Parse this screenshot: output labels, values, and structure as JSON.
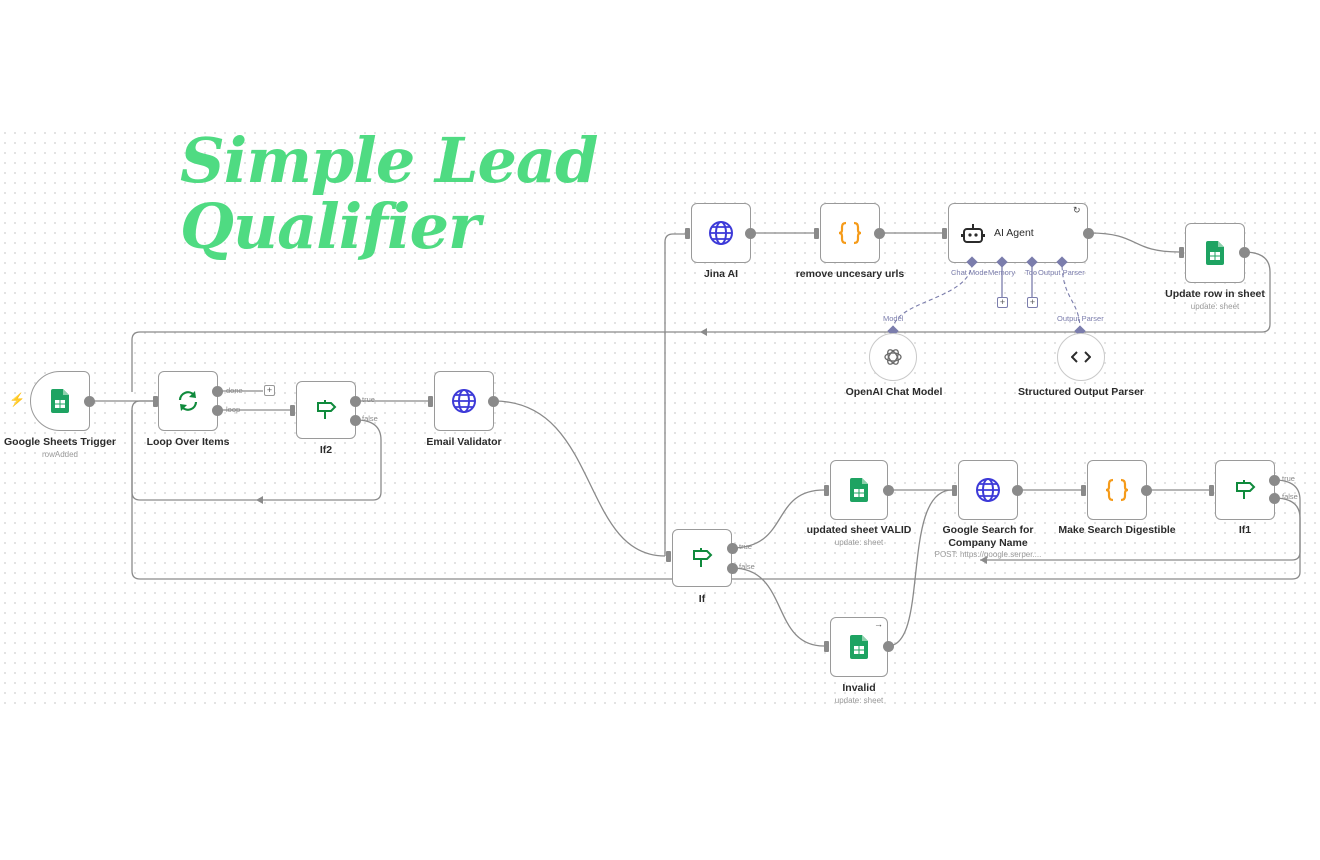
{
  "title": {
    "line1": "Simple Lead",
    "line2": "Qualifier"
  },
  "colors": {
    "title_accent": "#4fdb82",
    "sheets_green": "#1ea362",
    "globe_blue": "#3d3ad8",
    "code_orange": "#f59b1a",
    "route_green": "#0f8a3c",
    "wire_grey": "#8a8a8a",
    "subnode_purple": "#7b7dac",
    "trigger_bolt": "#ff6d5a"
  },
  "nodes": {
    "google_sheets_trigger": {
      "label": "Google Sheets Trigger",
      "sub": "rowAdded",
      "icon": "google-sheets-icon"
    },
    "loop_over_items": {
      "label": "Loop Over Items",
      "icon": "loop-icon",
      "out_done": "done",
      "out_loop": "loop"
    },
    "if2": {
      "label": "If2",
      "icon": "route-sign-icon",
      "out_true": "true",
      "out_false": "false"
    },
    "email_validator": {
      "label": "Email Validator",
      "icon": "globe-icon"
    },
    "jina_ai": {
      "label": "Jina AI",
      "icon": "globe-icon"
    },
    "remove_urls": {
      "label": "remove uncesary urls",
      "icon": "code-braces-icon"
    },
    "ai_agent": {
      "label": "AI Agent",
      "icon": "robot-icon",
      "port_chat_model": "Chat Mode",
      "port_memory": "Memory",
      "port_tool": "Too",
      "port_output_parser": "Output Parser"
    },
    "update_row": {
      "label": "Update row in sheet",
      "sub": "update: sheet",
      "icon": "google-sheets-icon"
    },
    "openai_chat_model": {
      "label": "OpenAI Chat Model",
      "port": "Model",
      "icon": "openai-icon"
    },
    "structured_output_parser": {
      "label": "Structured Output Parser",
      "port": "Output Parser",
      "icon": "code-brackets-icon"
    },
    "updated_sheet_valid": {
      "label": "updated sheet VALID",
      "sub": "update: sheet",
      "icon": "google-sheets-icon"
    },
    "google_search": {
      "label": "Google Search for Company Name",
      "sub": "POST: https://google.serper....",
      "icon": "globe-icon"
    },
    "make_search_digestible": {
      "label": "Make Search Digestible",
      "icon": "code-braces-icon"
    },
    "if1": {
      "label": "If1",
      "icon": "route-sign-icon",
      "out_true": "true",
      "out_false": "false"
    },
    "if": {
      "label": "If",
      "icon": "route-sign-icon",
      "out_true": "true",
      "out_false": "false"
    },
    "invalid": {
      "label": "Invalid",
      "sub": "update: sheet",
      "icon": "google-sheets-icon"
    }
  }
}
